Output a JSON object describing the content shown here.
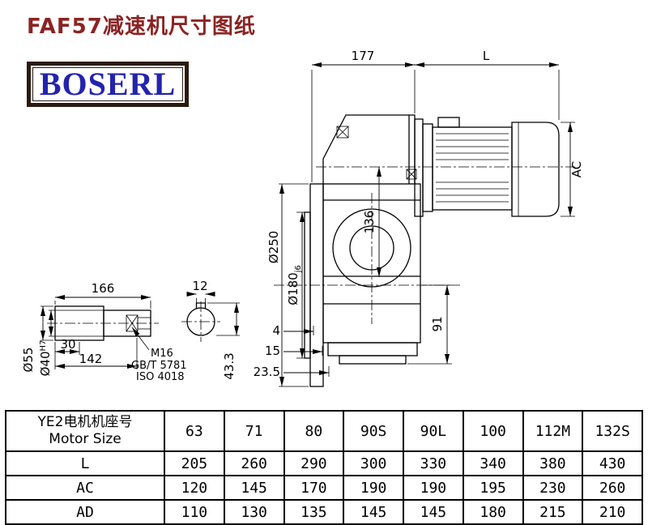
{
  "page": {
    "title": "FAF57减速机尺寸图纸",
    "logo_text": "BOSERL"
  },
  "drawing": {
    "dim_177": "177",
    "dim_L": "L",
    "dim_AC": "AC",
    "dim_250": "Ø250",
    "dim_180": "Ø180",
    "dim_180_fit": "j6",
    "dim_136": "136",
    "dim_91": "91",
    "dim_4": "4",
    "dim_15": "15",
    "dim_23_5": "23.5",
    "dim_166": "166",
    "dim_12": "12",
    "dim_55": "Ø55",
    "dim_40": "Ø40",
    "dim_40_fit": "H7",
    "dim_30": "30",
    "dim_142": "142",
    "dim_43_3": "43.3",
    "note_m16": "M16",
    "note_gbt": "GB/T 5781",
    "note_iso": "ISO 4018"
  },
  "table": {
    "motor_size_label_cn": "YE2电机机座号",
    "motor_size_label_en": "Motor Size",
    "sizes": [
      "63",
      "71",
      "80",
      "90S",
      "90L",
      "100",
      "112M",
      "132S"
    ],
    "rows": [
      {
        "label": "L",
        "values": [
          "205",
          "260",
          "290",
          "300",
          "330",
          "340",
          "380",
          "430"
        ]
      },
      {
        "label": "AC",
        "values": [
          "120",
          "145",
          "170",
          "190",
          "190",
          "195",
          "230",
          "260"
        ]
      },
      {
        "label": "AD",
        "values": [
          "110",
          "130",
          "135",
          "145",
          "145",
          "180",
          "215",
          "210"
        ]
      }
    ]
  }
}
